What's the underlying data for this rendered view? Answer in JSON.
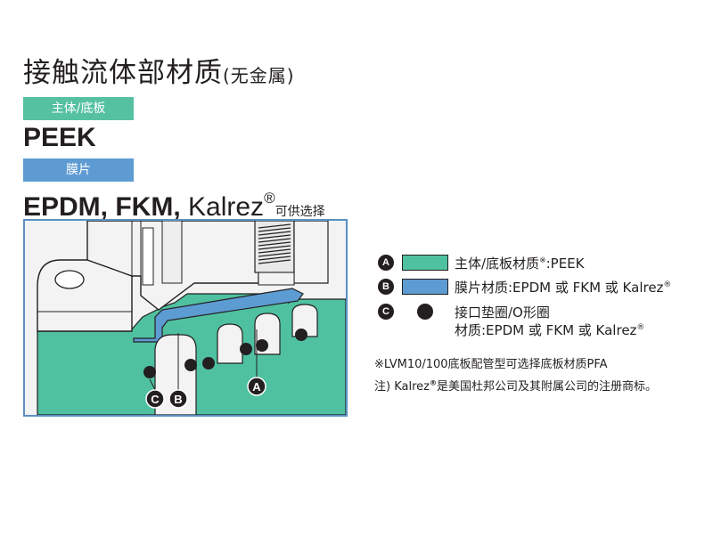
{
  "title": {
    "main": "接触流体部材质",
    "paren": "(无金属)"
  },
  "body_section": {
    "tag": "主体/底板",
    "value": "PEEK"
  },
  "film_section": {
    "tag": "膜片",
    "value_bold": "EPDM, FKM,",
    "value_regular": "Kalrez",
    "reg_mark": "®",
    "optional": "可供选择"
  },
  "diagram": {
    "callouts": [
      "C",
      "B",
      "A"
    ],
    "colors": {
      "body": "#4fc1a0",
      "diaphragm": "#5d9bd3",
      "seal": "#231f20",
      "housing": "#f3f3f4",
      "outline": "#231f20",
      "frame": "#5b8fc5"
    }
  },
  "legend": {
    "a": {
      "badge": "A",
      "text": "主体/底板材质",
      "mark": "※",
      "value": ":PEEK"
    },
    "b": {
      "badge": "B",
      "text": "膜片材质:EPDM 或 FKM 或 Kalrez",
      "mark": "®"
    },
    "c": {
      "badge": "C",
      "line1": "接口垫圈/O形圈",
      "line2": "材质:EPDM 或 FKM 或 Kalrez",
      "mark": "®"
    }
  },
  "notes": {
    "note1": "※LVM10/100底板配管型可选择底板材质PFA",
    "note2_prefix": "注) Kalrez",
    "note2_mark": "®",
    "note2_suffix": "是美国杜邦公司及其附属公司的注册商标。"
  }
}
